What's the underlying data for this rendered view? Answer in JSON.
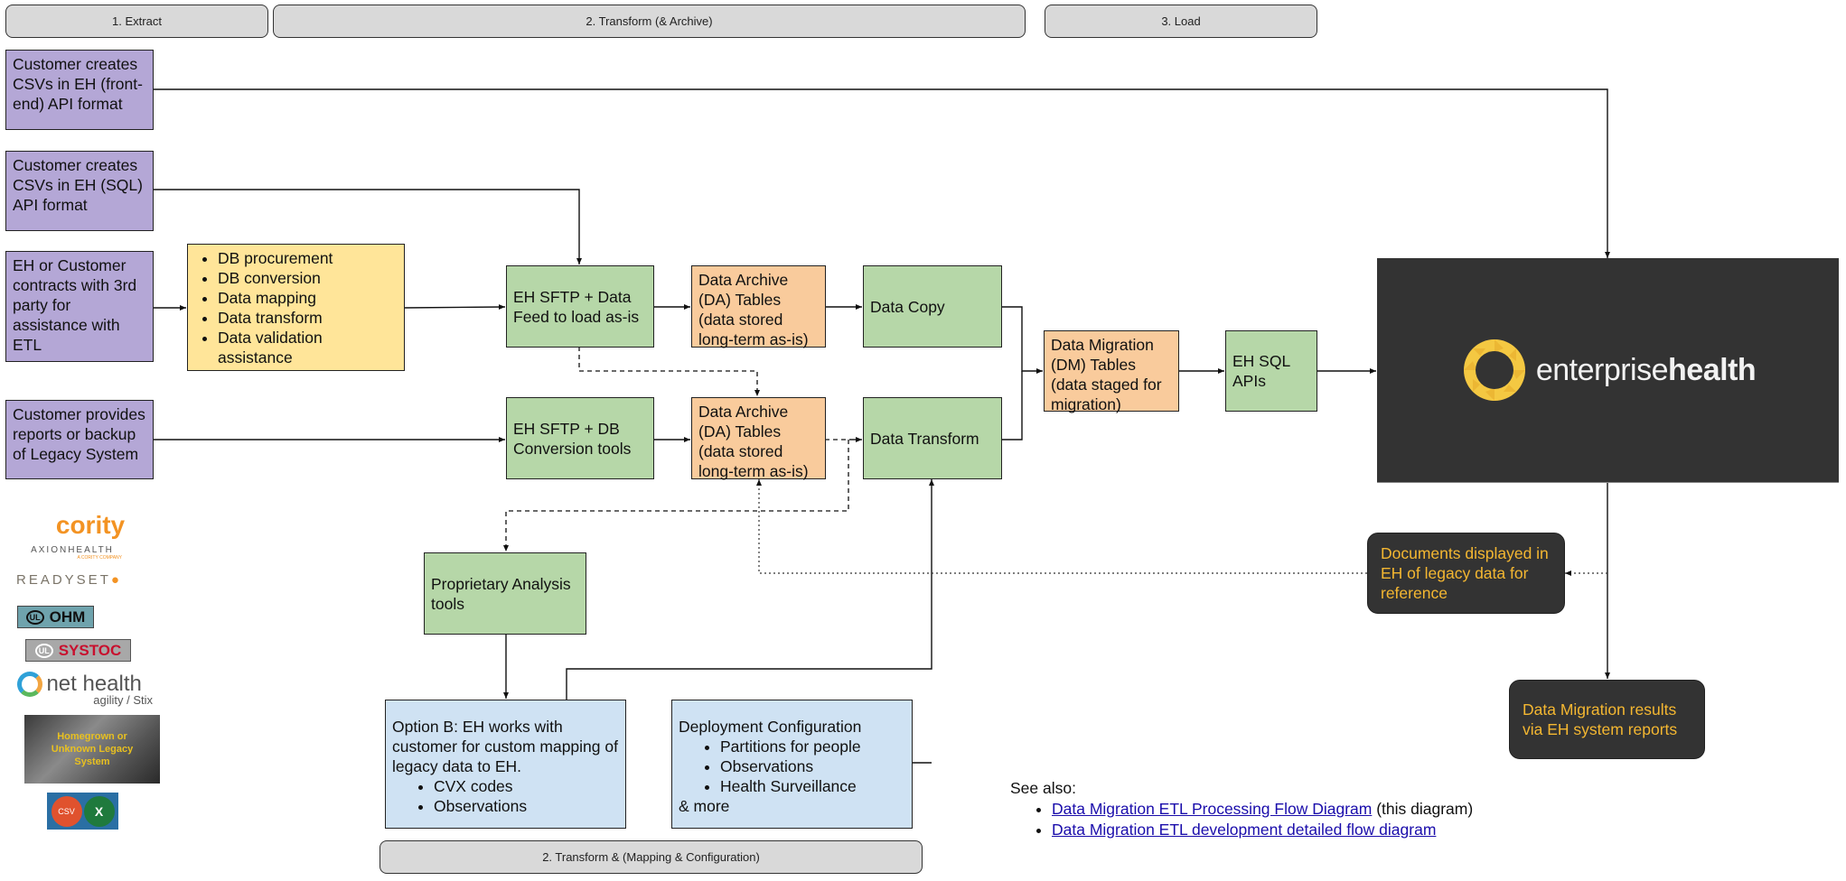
{
  "phases": {
    "extract": "1. Extract",
    "transform_archive": "2. Transform (& Archive)",
    "load": "3. Load",
    "transform_mapping": "2. Transform & (Mapping & Configuration)"
  },
  "sources": [
    {
      "text": "Customer creates CSVs in EH (front-end) API format"
    },
    {
      "text": "Customer creates CSVs in EH (SQL) API format"
    },
    {
      "text": "EH or Customer contracts with 3rd party for assistance with ETL"
    },
    {
      "text": "Customer provides reports or backup of Legacy System"
    }
  ],
  "third_party_services": [
    "DB procurement",
    "DB conversion",
    "Data mapping",
    "Data transform",
    "Data validation assistance"
  ],
  "nodes": {
    "sftp_feed": "EH SFTP + Data Feed to load as-is",
    "sftp_db": "EH SFTP + DB Conversion tools",
    "da_tables_1": "Data Archive (DA) Tables (data stored long-term as-is)",
    "da_tables_2": "Data Archive (DA) Tables (data stored long-term as-is)",
    "data_copy": "Data Copy",
    "data_transform": "Data Transform",
    "dm_tables": "Data Migration (DM) Tables (data staged for migration)",
    "sql_apis": "EH SQL APIs",
    "proprietary": "Proprietary Analysis tools",
    "documents": "Documents displayed in EH of legacy data for reference",
    "results": "Data Migration results via EH system reports"
  },
  "option_b": {
    "text": "Option B: EH works with customer for custom mapping of legacy data to EH.",
    "items": [
      "CVX codes",
      "Observations"
    ]
  },
  "deployment": {
    "title": "Deployment Configuration",
    "items": [
      "Partitions for people",
      "Observations",
      "Health Surveillance"
    ],
    "footer": "& more"
  },
  "enterprise_logo": {
    "light": "enterprise",
    "bold": "health",
    "color": "#f4c842"
  },
  "logos": {
    "cority": "cority",
    "axion": "AXIONHEALTH",
    "axion_sub": "A CORITY COMPANY",
    "readyset": "READYSET",
    "ohm": "OHM",
    "systoc": "SYSTOC",
    "nethealth": "net health",
    "nethealth_sub": "agility / Stix",
    "legacy": "Homegrown or Unknown Legacy System",
    "csv": "CSV",
    "excel": "X"
  },
  "see_also": {
    "title": "See also:",
    "links": [
      {
        "label": "Data Migration ETL Processing Flow Diagram",
        "note": "(this diagram)"
      },
      {
        "label": "Data Migration ETL development detailed flow diagram",
        "note": ""
      }
    ]
  },
  "colors": {
    "purple": "#b4a7d6",
    "yellow": "#ffe599",
    "green": "#b6d7a8",
    "orange": "#f9cb9c",
    "blue": "#cfe2f3",
    "dark": "#333333",
    "accent_text": "#f4b731"
  }
}
